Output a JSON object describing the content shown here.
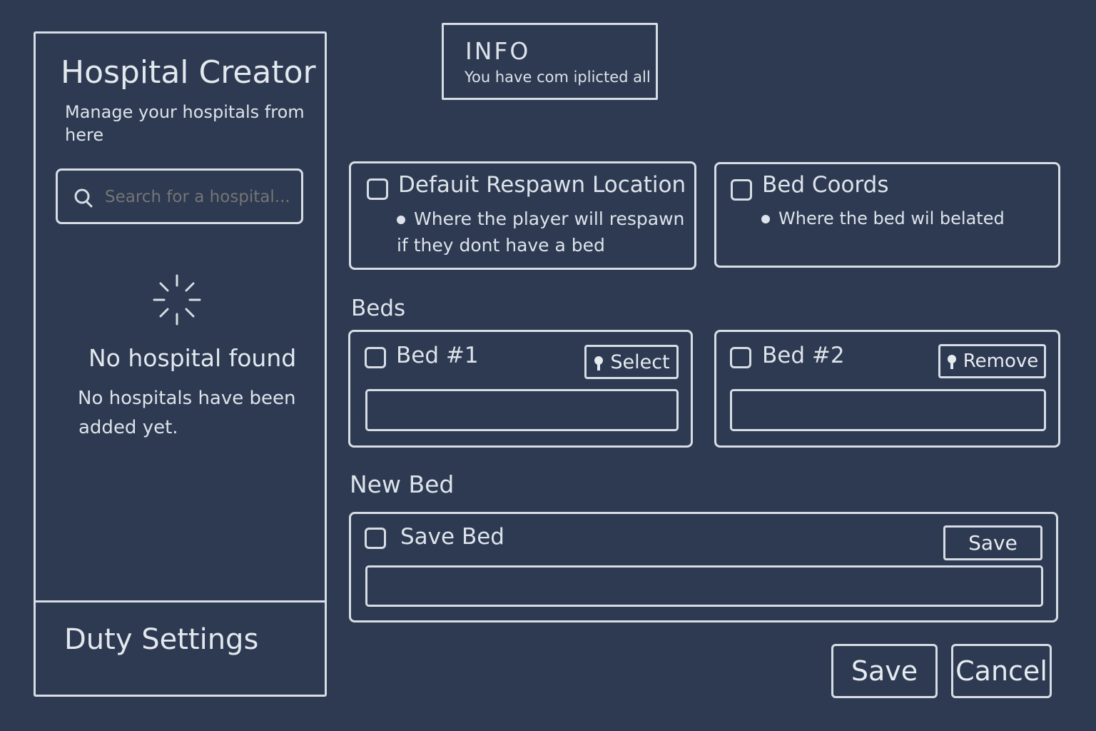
{
  "sidebar": {
    "title": "Hospital Creator",
    "subtitle_line1": "Manage your hospitals from",
    "subtitle_line2": "here",
    "search": {
      "placeholder": "Search for a hospital..."
    },
    "empty": {
      "title": "No hospital found",
      "message_line1": "No hospitals have  been",
      "message_line2": "added  yet."
    },
    "footer": "Duty Settings"
  },
  "info": {
    "title": "INFO",
    "message": "You  have com iplicted  all"
  },
  "options": [
    {
      "label": "Defauit Respawn Location",
      "bullet_line1": "Where  the  player will  respawn",
      "bullet_line2": "if  they  dont  have  a  bed"
    },
    {
      "label": "Bed Coords",
      "bullet_line1": "Where the  bed  wil  belated"
    }
  ],
  "beds": {
    "heading": "Beds",
    "items": [
      {
        "label": "Bed #1",
        "action": "Select"
      },
      {
        "label": "Bed #2",
        "action": "Remove"
      }
    ]
  },
  "new_bed": {
    "heading": "New Bed",
    "label": "Save Bed",
    "action": "Save"
  },
  "footer": {
    "save": "Save",
    "cancel": "Cancel"
  },
  "icons": {
    "search": "search-icon",
    "spinner": "spinner-icon",
    "pin": "pin-icon"
  },
  "colors": {
    "background": "#2d3a52",
    "line": "#d6dde5",
    "text": "#dde3ea"
  }
}
